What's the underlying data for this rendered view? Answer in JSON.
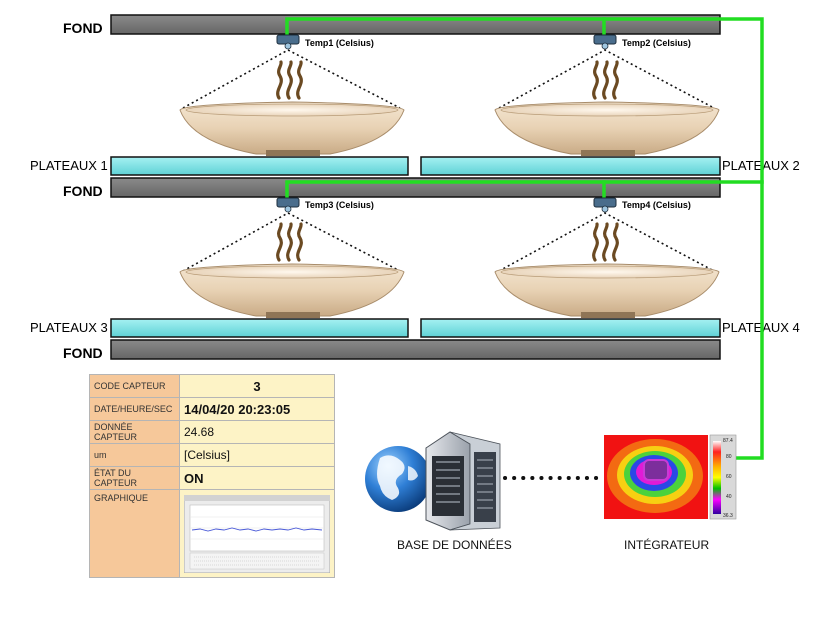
{
  "labels": {
    "fond": "FOND",
    "plateaux": [
      "PLATEAUX 1",
      "PLATEAUX 2",
      "PLATEAUX 3",
      "PLATEAUX 4"
    ],
    "sensors": [
      "Temp1 (Celsius)",
      "Temp2 (Celsius)",
      "Temp3 (Celsius)",
      "Temp4 (Celsius)"
    ],
    "database": "BASE DE DONNÉES",
    "integrator": "INTÉGRATEUR"
  },
  "thermal_scale": [
    "87.4",
    "80",
    "60",
    "40",
    "36.3"
  ],
  "sensor_table": {
    "rows": [
      {
        "key": "CODE CAPTEUR",
        "value": "3"
      },
      {
        "key": "DATE/HEURE/SEC",
        "value": "14/04/20 20:23:05"
      },
      {
        "key": "DONNÉE CAPTEUR",
        "value": "24.68"
      },
      {
        "key": "um",
        "value": "[Celsius]"
      },
      {
        "key": "ÉTAT DU CAPTEUR",
        "value": "ON"
      },
      {
        "key": "GRAPHIQUE",
        "value": ""
      }
    ]
  },
  "colors": {
    "shelf": "#7a7a7a",
    "tray": "#7fe3e6",
    "wire": "#22dd22",
    "bowl": "#ecd8bd",
    "table_key_bg": "#f6c89a",
    "table_value_bg": "#fdf3c6"
  }
}
